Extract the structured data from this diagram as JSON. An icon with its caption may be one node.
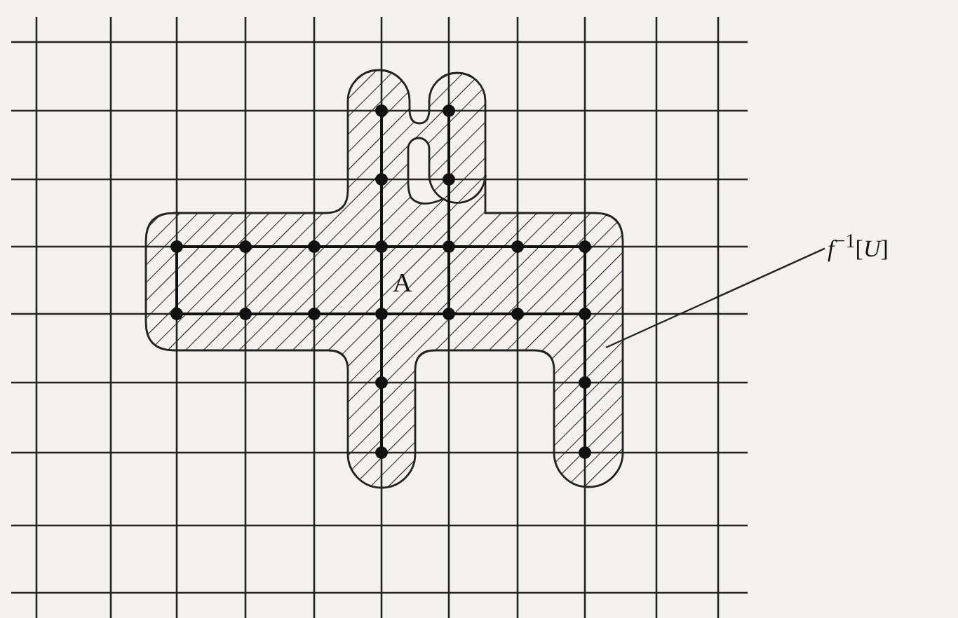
{
  "diagram": {
    "nodes": [
      {
        "text": [],
        "shape": "picture"
      },
      {
        "text": [
          "*f*$^{−1}$[*U*]"
        ]
      }
    ],
    "edges": [
      {
        "from": 1,
        "to": 0,
        "arrow": "none"
      }
    ],
    "labels": [
      "A"
    ]
  }
}
